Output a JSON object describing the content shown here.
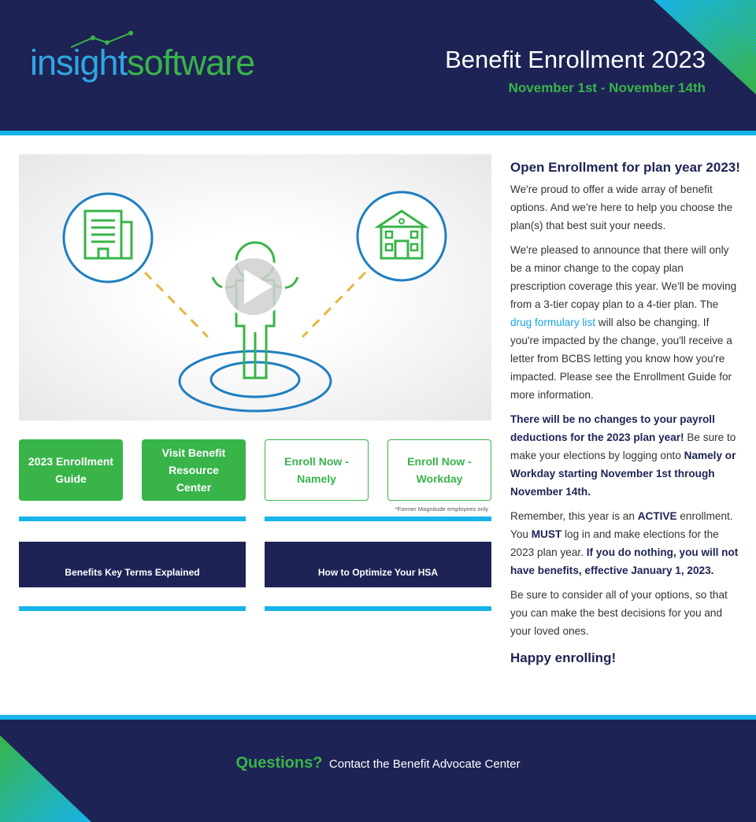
{
  "header": {
    "logo_part1": "insight",
    "logo_part2": "software",
    "title": "Benefit Enrollment 2023",
    "dates": "November 1st - November 14th"
  },
  "video": {
    "play_icon": "play-icon",
    "icons": [
      "office-building-icon",
      "house-icon",
      "person-figure-icon",
      "target-icon"
    ]
  },
  "buttons": {
    "guide": "2023 Enrollment Guide",
    "resource": "Visit Benefit Resource Center",
    "namely": "Enroll Now - Namely",
    "workday": "Enroll Now - Workday",
    "note": "*Former Magnitude employees only"
  },
  "bars": {
    "key_terms": "Benefits Key Terms Explained",
    "hsa": "How to Optimize Your HSA"
  },
  "content": {
    "heading": "Open Enrollment for plan year 2023!",
    "p1": "We're proud to offer a wide array of benefit options. And we're here to help you choose the plan(s) that best suit your needs.",
    "p2_before": "We're pleased to announce that there will only be a minor change to the copay plan prescription coverage this year.  We'll be moving from a 3-tier copay plan to a 4-tier plan. The ",
    "p2_link": "drug formulary list",
    "p2_after": " will also be changing. If you're impacted by the change, you'll receive a letter from BCBS letting you know how you're impacted. Please see the Enrollment Guide for more information.",
    "p3_bold1": "There will be no changes to your payroll deductions for the 2023 plan year!",
    "p3_mid": " Be sure to make your elections by logging onto ",
    "p3_bold2": "Namely or Workday starting November 1st through November 14th.",
    "p4_a": "Remember, this year is an ",
    "p4_active": "ACTIVE",
    "p4_b": " enrollment. You ",
    "p4_must": "MUST",
    "p4_c": " log in and make elections for the 2023 plan year. ",
    "p4_bold": "If you do nothing, you will not have benefits, effective January 1, 2023.",
    "p5": "Be sure to consider all of your options, so that you can make the best decisions for you and your loved ones.",
    "closing": "Happy enrolling!"
  },
  "footer": {
    "questions": "Questions?",
    "contact": "Contact the Benefit Advocate Center"
  },
  "colors": {
    "navy": "#1e2355",
    "green": "#38b449",
    "cyan": "#17b3ea",
    "blue": "#2fa6e0"
  }
}
